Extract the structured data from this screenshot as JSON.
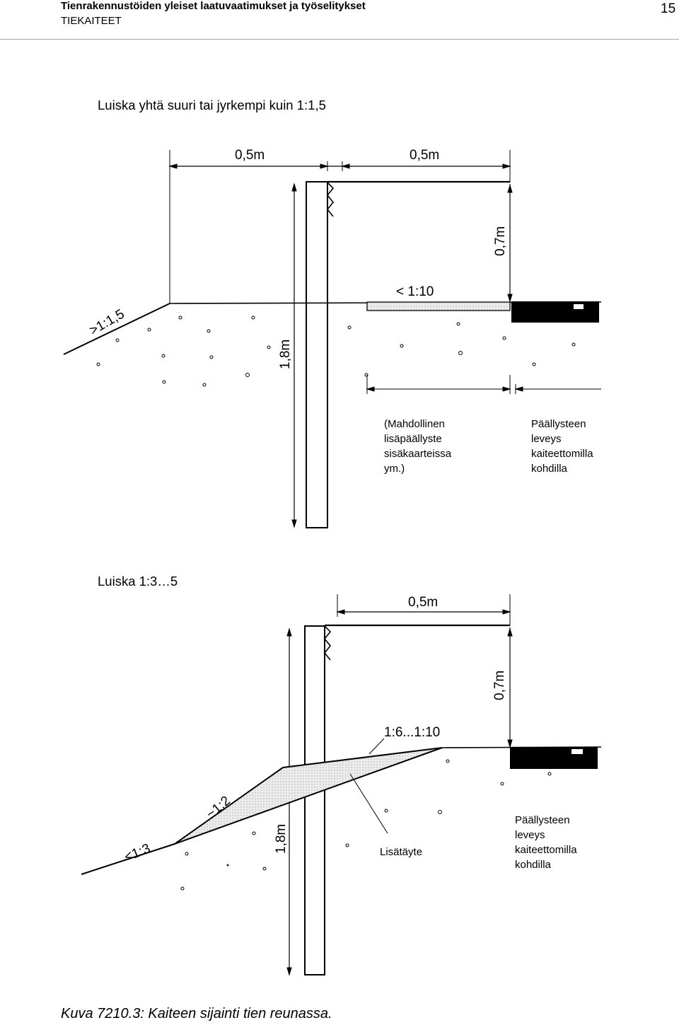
{
  "header": {
    "title": "Tienrakennustöiden yleiset laatuvaatimukset ja työselitykset",
    "subtitle": "TIEKAITEET",
    "page_number": "15"
  },
  "figure1": {
    "section_title": "Luiska yhtä suuri tai jyrkempi kuin 1:1,5",
    "dim_left": "0,5m",
    "dim_right": "0,5m",
    "dim_height": "0,7m",
    "dim_depth": "1,8m",
    "slope_shoulder": "< 1:10",
    "slope_embankment": ">1:1,5",
    "note_left": [
      "(Mahdollinen",
      "lisäpäällyste",
      "sisäkaarteissa",
      "ym.)"
    ],
    "note_right": [
      "Päällysteen",
      "leveys",
      "kaiteettomilla",
      "kohdilla"
    ]
  },
  "figure2": {
    "section_title": "Luiska 1:3…5",
    "dim_width": "0,5m",
    "dim_height": "0,7m",
    "dim_depth": "1,8m",
    "slope_top": "1:6...1:10",
    "slope_mid": "~1:2",
    "slope_bottom": "<1:3",
    "fill_label": "Lisätäyte",
    "note_right": [
      "Päällysteen",
      "leveys",
      "kaiteettomilla",
      "kohdilla"
    ]
  },
  "caption": "Kuva 7210.3: Kaiteen sijainti tien reunassa."
}
